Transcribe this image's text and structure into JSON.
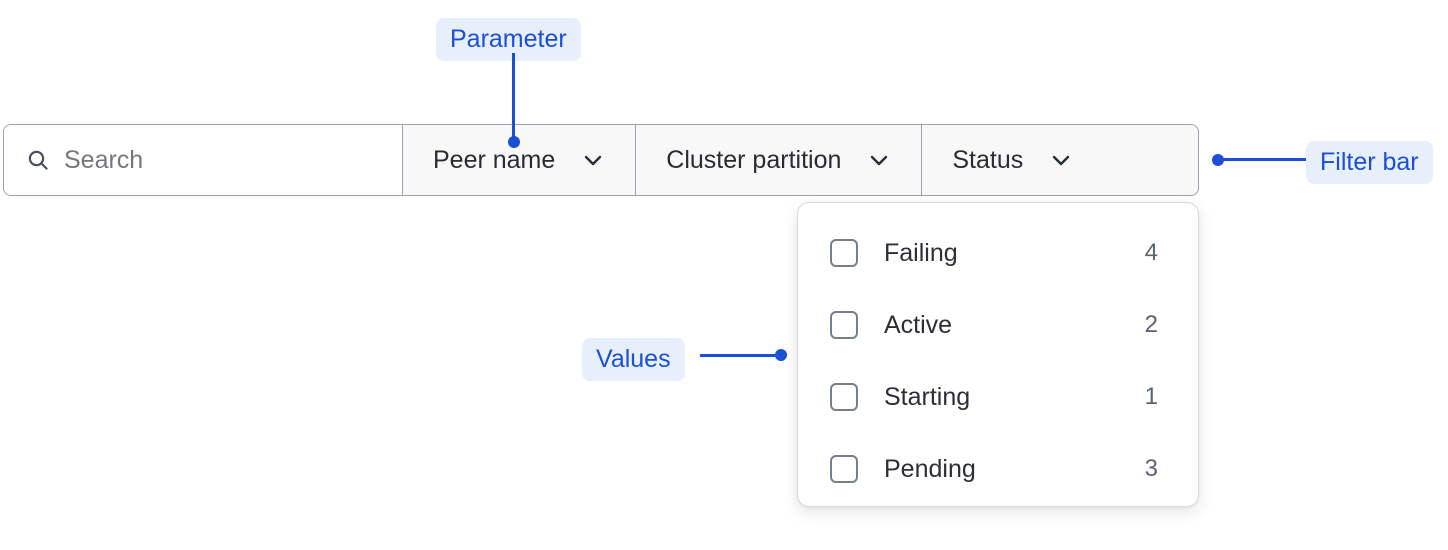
{
  "filter_bar": {
    "search": {
      "icon": "search-icon",
      "placeholder": "Search",
      "value": ""
    },
    "filters": [
      {
        "label": "Peer name",
        "icon": "chevron-down-icon"
      },
      {
        "label": "Cluster partition",
        "icon": "chevron-down-icon"
      },
      {
        "label": "Status",
        "icon": "chevron-down-icon"
      }
    ]
  },
  "dropdown": {
    "open_for": "Status",
    "options": [
      {
        "label": "Failing",
        "count": "4",
        "checked": false
      },
      {
        "label": "Active",
        "count": "2",
        "checked": false
      },
      {
        "label": "Starting",
        "count": "1",
        "checked": false
      },
      {
        "label": "Pending",
        "count": "3",
        "checked": false
      }
    ]
  },
  "annotations": [
    {
      "id": "parameter",
      "label": "Parameter"
    },
    {
      "id": "filter-bar",
      "label": "Filter bar"
    },
    {
      "id": "values",
      "label": "Values"
    }
  ],
  "colors": {
    "annotation_text": "#1a4fd6",
    "annotation_pill_bg": "#e8effc",
    "bar_border": "#9ca0ab",
    "bar_bg": "#f8f8f9",
    "search_bg": "#ffffff",
    "text_primary": "#2b2f38",
    "text_muted": "#5c6370",
    "panel_bg": "#ffffff",
    "panel_border": "#d9dbe0",
    "checkbox_border": "#787f8c"
  }
}
